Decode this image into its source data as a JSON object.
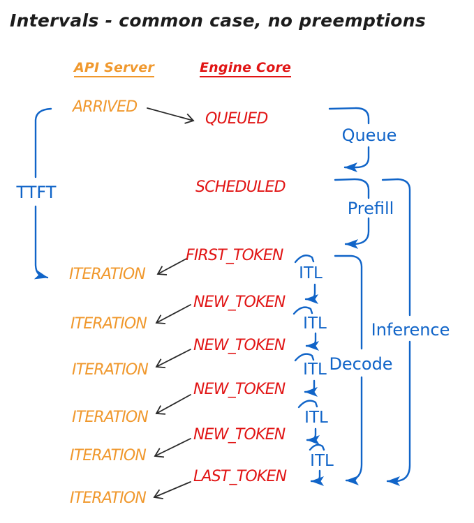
{
  "title": "Intervals - common case, no preemptions",
  "columns": {
    "api_server": "API Server",
    "engine_core": "Engine Core"
  },
  "events": {
    "arrived": "ARRIVED",
    "queued": "QUEUED",
    "scheduled": "SCHEDULED",
    "first_token": "FIRST_TOKEN",
    "new_token": "NEW_TOKEN",
    "last_token": "LAST_TOKEN",
    "iteration": "ITERATION"
  },
  "intervals": {
    "ttft": "TTFT",
    "queue": "Queue",
    "prefill": "Prefill",
    "itl": "ITL",
    "decode": "Decode",
    "inference": "Inference"
  },
  "colors": {
    "blue": "#1064C8",
    "orange": "#F0982D",
    "red": "#E11414",
    "black": "#2A2A2A"
  }
}
